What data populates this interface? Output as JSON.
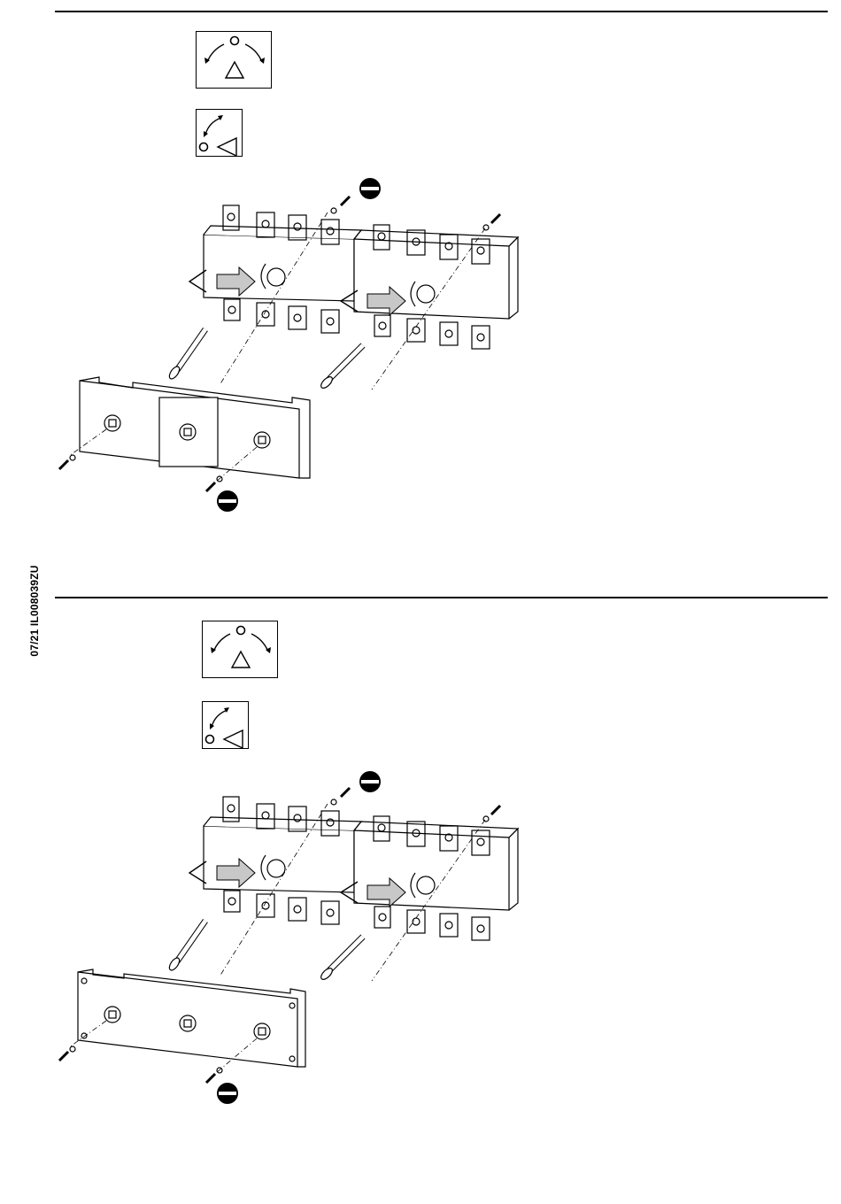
{
  "document_code": "07/21 IL008039ZU",
  "sections": [
    {
      "id": "top",
      "variant": "with-window"
    },
    {
      "id": "bottom",
      "variant": "plain-plate"
    }
  ],
  "icons": {
    "rotation_center_icon": "rotate-triangle-up-icon",
    "rotation_left_icon": "rotate-triangle-left-icon",
    "prohibition_icon": "no-entry-icon"
  },
  "colors": {
    "line": "#000000",
    "arrow_fill": "#c8c8c8",
    "background": "#ffffff"
  }
}
